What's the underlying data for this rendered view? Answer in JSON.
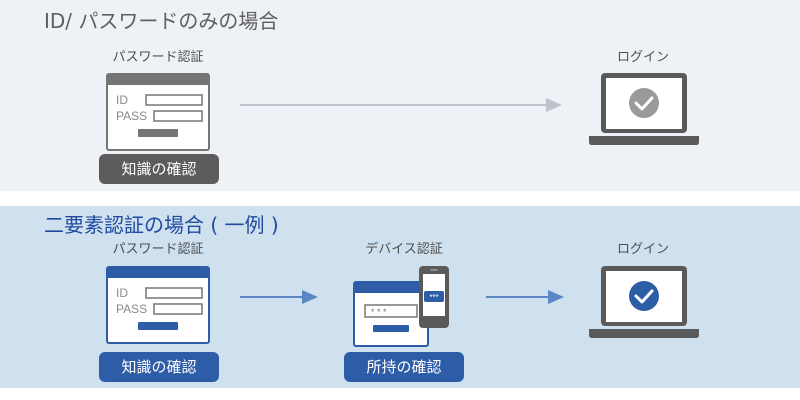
{
  "colors": {
    "top_background": "#eef2f6",
    "bottom_background": "#cfe1ef",
    "accent_blue": "#2e5da8",
    "neutral_gray": "#5c5c5c"
  },
  "top": {
    "title": "ID/ パスワードのみの場合",
    "password_label": "パスワード認証",
    "login_label": "ログイン",
    "form_id": "ID",
    "form_pass": "PASS",
    "badge": "知識の確認"
  },
  "bottom": {
    "title": "二要素認証の場合 ( 一例 )",
    "password_label": "パスワード認証",
    "device_label": "デバイス認証",
    "login_label": "ログイン",
    "form_id": "ID",
    "form_pass": "PASS",
    "code_mask": "* * *",
    "phone_code": "***",
    "badge_knowledge": "知識の確認",
    "badge_possession": "所持の確認"
  },
  "icons": [
    "password-form-icon",
    "laptop-check-icon",
    "device-auth-icon",
    "smartphone-icon",
    "arrow-right-icon"
  ]
}
